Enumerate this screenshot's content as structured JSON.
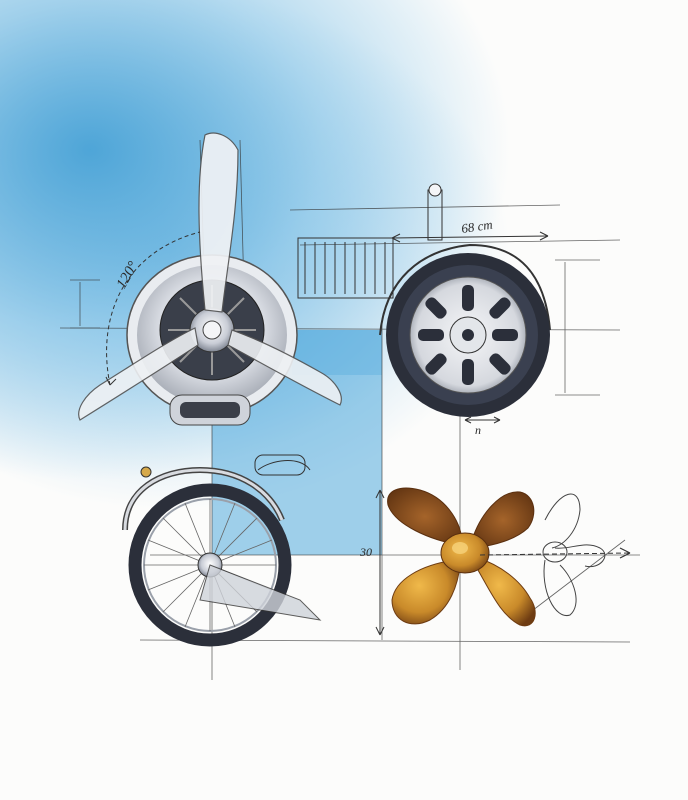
{
  "illustration": {
    "annotations": {
      "angle": "120°",
      "width": "68 cm",
      "height": "30",
      "small": "n"
    }
  },
  "colors": {
    "sky_blue": "#4aa8db",
    "block_blue": "#6cb8e3",
    "ink": "#2a2a2a",
    "propeller_bronze": "#c98a2a",
    "propeller_shadow": "#7a4416",
    "tire_dark": "#2b2f3a",
    "chrome": "#c8ccd4"
  }
}
